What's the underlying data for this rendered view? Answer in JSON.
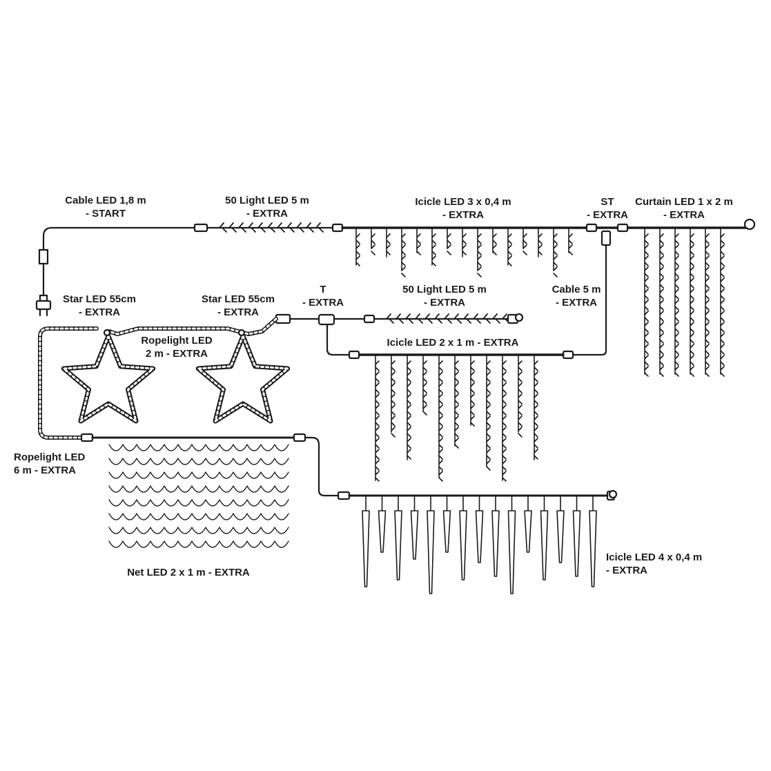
{
  "labels": {
    "cable_start": {
      "line1": "Cable LED 1,8 m",
      "line2": "- START"
    },
    "light50_top": {
      "line1": "50 Light LED 5 m",
      "line2": "- EXTRA"
    },
    "icicle_3x04": {
      "line1": "Icicle LED 3 x 0,4 m",
      "line2": "- EXTRA"
    },
    "st": {
      "line1": "ST",
      "line2": "- EXTRA"
    },
    "curtain": {
      "line1": "Curtain LED 1 x 2 m",
      "line2": "- EXTRA"
    },
    "star1": {
      "line1": "Star LED 55cm",
      "line2": "- EXTRA"
    },
    "star2": {
      "line1": "Star LED 55cm",
      "line2": "- EXTRA"
    },
    "ropelight_2m": {
      "line1": "Ropelight LED",
      "line2": "2 m - EXTRA"
    },
    "t": {
      "line1": "T",
      "line2": "- EXTRA"
    },
    "light50_mid": {
      "line1": "50 Light LED 5 m",
      "line2": "- EXTRA"
    },
    "cable_5m": {
      "line1": "Cable 5 m",
      "line2": "- EXTRA"
    },
    "icicle_2x1": {
      "line1": "Icicle LED 2 x 1 m  - EXTRA"
    },
    "ropelight_6m": {
      "line1": "Ropelight LED",
      "line2": "6 m - EXTRA"
    },
    "net": {
      "line1": "Net LED 2 x 1 m - EXTRA"
    },
    "icicle_4x04": {
      "line1": "Icicle LED 4 x 0,4 m",
      "line2": "- EXTRA"
    }
  },
  "colors": {
    "line": "#1a1a1a",
    "background": "#ffffff"
  }
}
